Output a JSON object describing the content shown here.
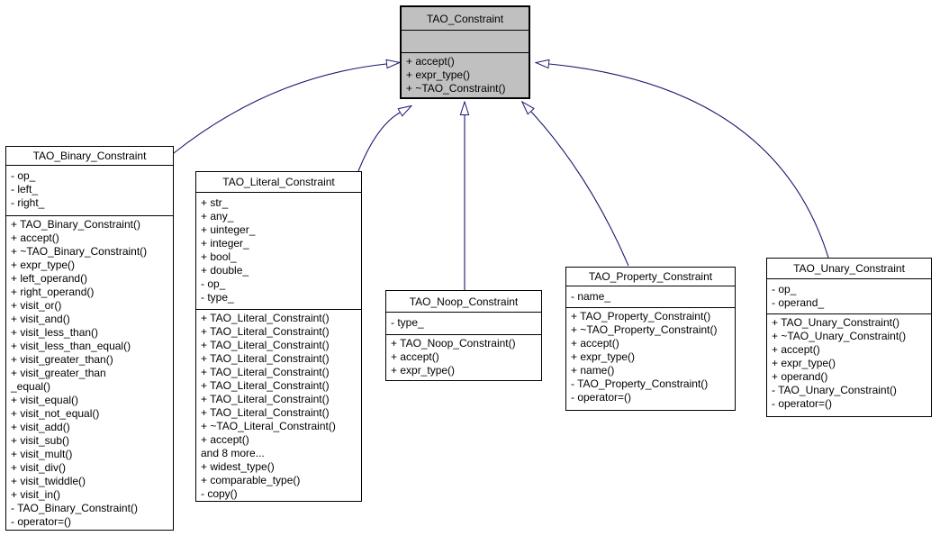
{
  "diagram": {
    "type": "uml-class-inheritance-diagram",
    "colors": {
      "edge": "#191970",
      "base_class_fill": "#c0c0c0",
      "class_fill": "#ffffff",
      "border": "#000000"
    },
    "classes": [
      {
        "id": "constraint",
        "title": "TAO_Constraint",
        "attributes": [],
        "methods": [
          "+ accept()",
          "+ expr_type()",
          "+ ~TAO_Constraint()"
        ]
      },
      {
        "id": "binary",
        "title": "TAO_Binary_Constraint",
        "attributes": [
          "- op_",
          "- left_",
          "- right_"
        ],
        "methods": [
          "+ TAO_Binary_Constraint()",
          "+ accept()",
          "+ ~TAO_Binary_Constraint()",
          "+ expr_type()",
          "+ left_operand()",
          "+ right_operand()",
          "+ visit_or()",
          "+ visit_and()",
          "+ visit_less_than()",
          "+ visit_less_than_equal()",
          "+ visit_greater_than()",
          "+ visit_greater_than",
          "_equal()",
          "+ visit_equal()",
          "+ visit_not_equal()",
          "+ visit_add()",
          "+ visit_sub()",
          "+ visit_mult()",
          "+ visit_div()",
          "+ visit_twiddle()",
          "+ visit_in()",
          "- TAO_Binary_Constraint()",
          "- operator=()"
        ]
      },
      {
        "id": "literal",
        "title": "TAO_Literal_Constraint",
        "attributes": [
          "+ str_",
          "+ any_",
          "+ uinteger_",
          "+ integer_",
          "+ bool_",
          "+ double_",
          "- op_",
          "- type_"
        ],
        "methods": [
          "+ TAO_Literal_Constraint()",
          "+ TAO_Literal_Constraint()",
          "+ TAO_Literal_Constraint()",
          "+ TAO_Literal_Constraint()",
          "+ TAO_Literal_Constraint()",
          "+ TAO_Literal_Constraint()",
          "+ TAO_Literal_Constraint()",
          "+ TAO_Literal_Constraint()",
          "+ ~TAO_Literal_Constraint()",
          "+ accept()",
          "and 8 more...",
          "+ widest_type()",
          "+ comparable_type()",
          "- copy()"
        ]
      },
      {
        "id": "noop",
        "title": "TAO_Noop_Constraint",
        "attributes": [
          "- type_"
        ],
        "methods": [
          "+ TAO_Noop_Constraint()",
          "+ accept()",
          "+ expr_type()"
        ]
      },
      {
        "id": "property",
        "title": "TAO_Property_Constraint",
        "attributes": [
          "- name_"
        ],
        "methods": [
          "+ TAO_Property_Constraint()",
          "+ ~TAO_Property_Constraint()",
          "+ accept()",
          "+ expr_type()",
          "+ name()",
          "- TAO_Property_Constraint()",
          "- operator=()"
        ]
      },
      {
        "id": "unary",
        "title": "TAO_Unary_Constraint",
        "attributes": [
          "- op_",
          "- operand_"
        ],
        "methods": [
          "+ TAO_Unary_Constraint()",
          "+ ~TAO_Unary_Constraint()",
          "+ accept()",
          "+ expr_type()",
          "+ operand()",
          "- TAO_Unary_Constraint()",
          "- operator=()"
        ]
      }
    ],
    "edges": [
      {
        "id": "binary",
        "from": "TAO_Binary_Constraint",
        "to": "TAO_Constraint",
        "relation": "inheritance"
      },
      {
        "id": "literal",
        "from": "TAO_Literal_Constraint",
        "to": "TAO_Constraint",
        "relation": "inheritance"
      },
      {
        "id": "noop",
        "from": "TAO_Noop_Constraint",
        "to": "TAO_Constraint",
        "relation": "inheritance"
      },
      {
        "id": "property",
        "from": "TAO_Property_Constraint",
        "to": "TAO_Constraint",
        "relation": "inheritance"
      },
      {
        "id": "unary",
        "from": "TAO_Unary_Constraint",
        "to": "TAO_Constraint",
        "relation": "inheritance"
      }
    ]
  }
}
